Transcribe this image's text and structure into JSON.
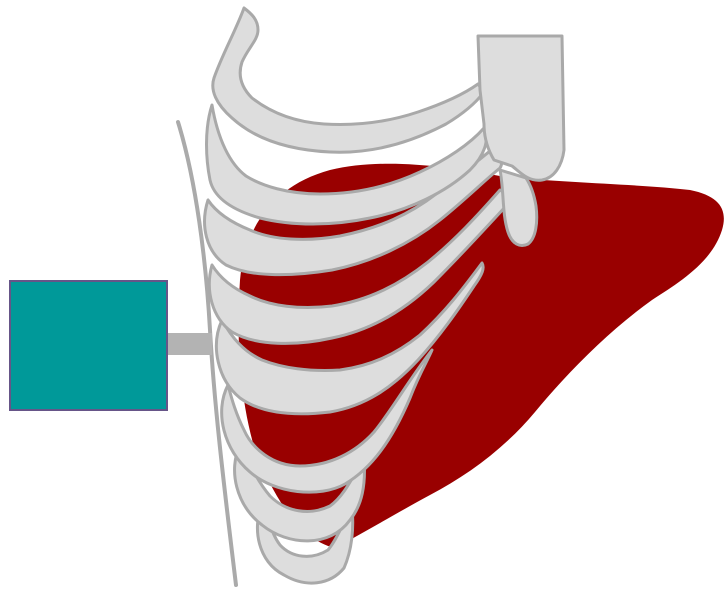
{
  "diagram": {
    "colors": {
      "background": "#ffffff",
      "liver": "#990000",
      "rib_fill": "#dddddd",
      "rib_stroke": "#a9a9a9",
      "skin_line": "#aaaaaa",
      "probe_fill": "#009999",
      "probe_border": "#665588",
      "connector": "#b3b3b3"
    },
    "elements": [
      "liver",
      "rib-cage",
      "sternum",
      "xiphoid-process",
      "skin-line",
      "probe-connector",
      "probe-box"
    ]
  }
}
